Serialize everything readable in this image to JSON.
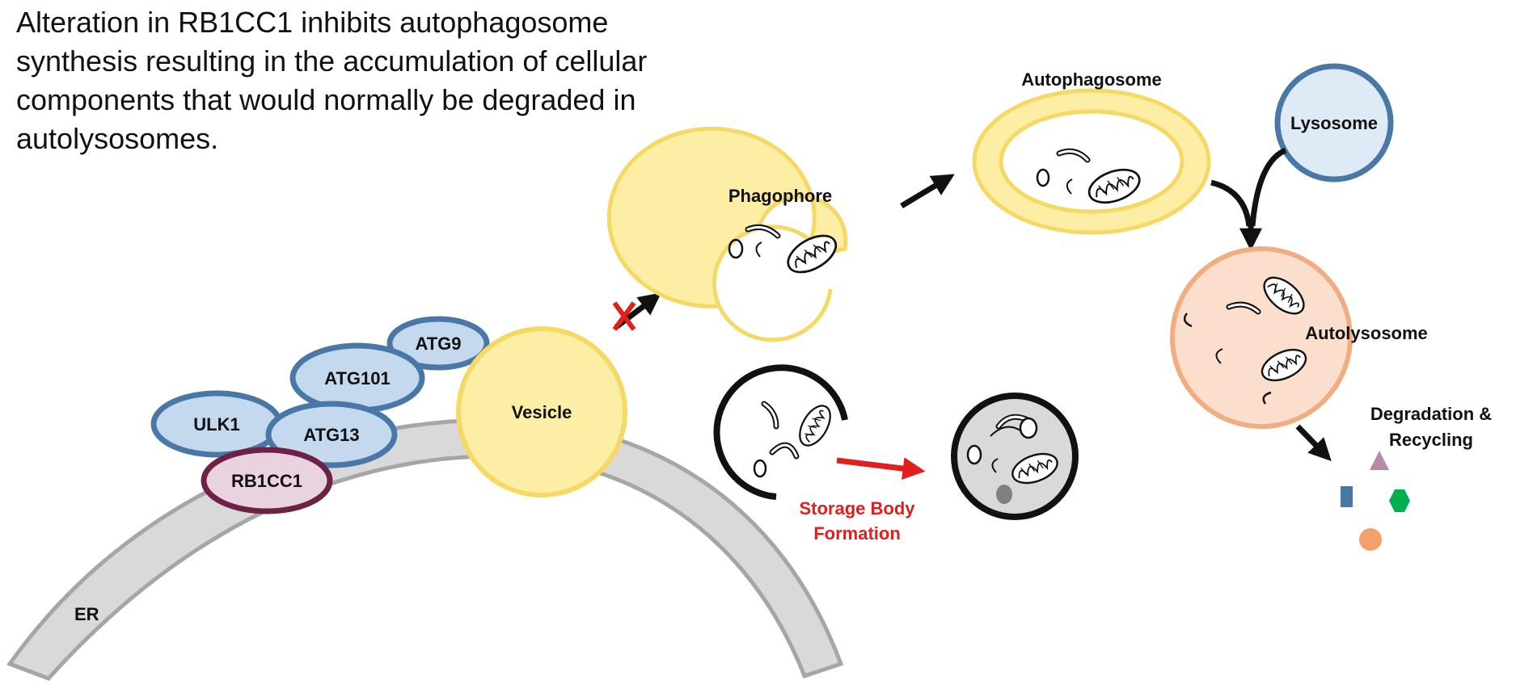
{
  "caption": "Alteration in RB1CC1 inhibits autophagosome\nsynthesis resulting in the accumulation of cellular\ncomponents that would normally be degraded in\nautolysosomes.",
  "nodes": {
    "er": "ER",
    "ulk1": "ULK1",
    "atg13": "ATG13",
    "atg101": "ATG101",
    "atg9": "ATG9",
    "rb1cc1": "RB1CC1",
    "vesicle": "Vesicle",
    "phagophore": "Phagophore",
    "autophagosome": "Autophagosome",
    "lysosome": "Lysosome",
    "autolysosome": "Autolysosome",
    "degradation": [
      "Degradation &",
      "Recycling"
    ],
    "storage_body": [
      "Storage Body",
      "Formation"
    ]
  },
  "colors": {
    "protein_fill": "#c5d9ee",
    "protein_stroke": "#4a78a6",
    "rb1cc1_fill": "#e8d3df",
    "rb1cc1_stroke": "#6e2146",
    "vesicle_fill": "#fdeea6",
    "vesicle_stroke": "#f6d864",
    "lysosome_fill": "#deebf7",
    "autolysosome_fill": "#fbdfcc",
    "autolysosome_stroke": "#f0ad80",
    "er_fill": "#d9d9d9",
    "er_stroke": "#a6a6a6",
    "inhibit": "#e0201c",
    "storage_label": "#e0201c"
  }
}
